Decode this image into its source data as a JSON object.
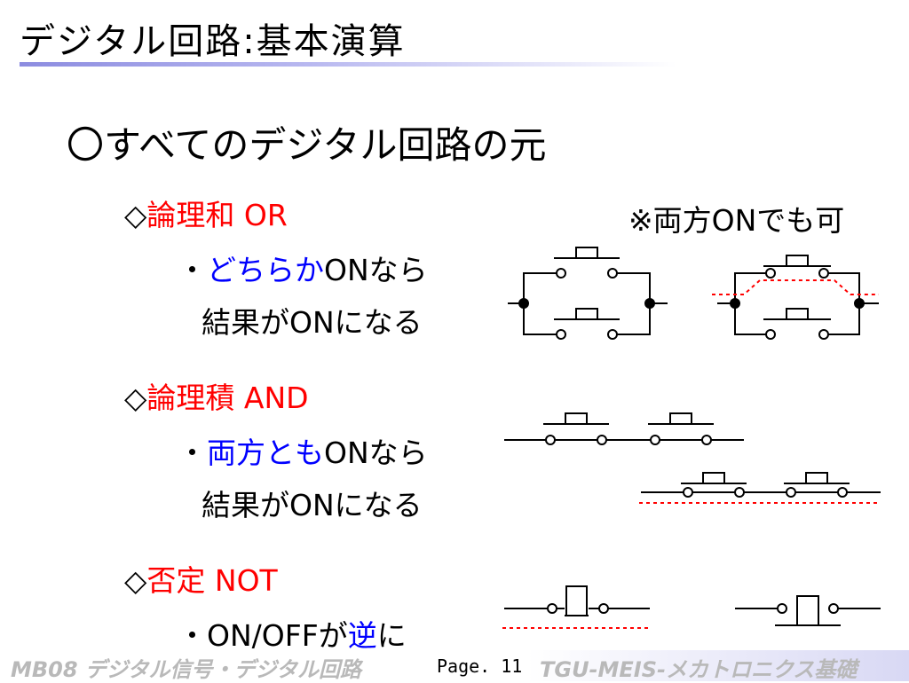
{
  "title": "デジタル回路:基本演算",
  "headline": "〇すべてのデジタル回路の元",
  "sections": [
    {
      "marker": "◇",
      "label": "論理和 OR",
      "bullet": "・",
      "line1_blue": "どちらか",
      "line1_rest": "ONなら",
      "line2": "結果がONになる"
    },
    {
      "marker": "◇",
      "label": "論理積 AND",
      "bullet": "・",
      "line1_blue": "両方とも",
      "line1_rest": "ONなら",
      "line2": "結果がONになる"
    },
    {
      "marker": "◇",
      "label": "否定 NOT",
      "bullet": "・",
      "line1_pre": "ON/OFFが",
      "line1_blue": "逆",
      "line1_post": "に"
    }
  ],
  "or_note": "※両方ONでも可",
  "colors": {
    "red": "#ff0000",
    "blue": "#0000ff",
    "footer_gray": "#b9b9b9"
  },
  "footer": {
    "left": "MB08 デジタル信号・デジタル回路",
    "page": "Page. 11",
    "right": "TGU-MEIS-メカトロニクス基礎"
  }
}
